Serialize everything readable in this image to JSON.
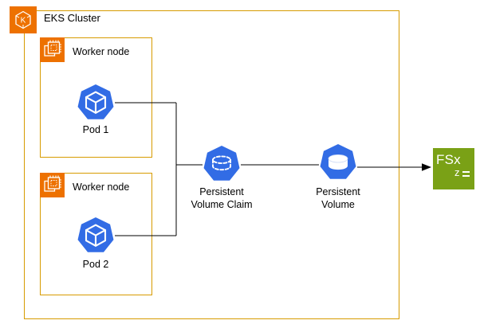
{
  "diagram": {
    "cluster": {
      "label": "EKS Cluster",
      "icon_letter": "K"
    },
    "worker_nodes": [
      {
        "label": "Worker node",
        "pod_label": "Pod 1"
      },
      {
        "label": "Worker node",
        "pod_label": "Pod 2"
      }
    ],
    "pvc": {
      "line1": "Persistent",
      "line2": "Volume Claim"
    },
    "pv": {
      "line1": "Persistent",
      "line2": "Volume"
    },
    "fsx": {
      "label": "FSx",
      "sub": "z"
    },
    "colors": {
      "cluster_border": "#D79B00",
      "aws_icon_orange": "#ED7100",
      "kubernetes_blue": "#326CE5",
      "fsx_green": "#7AA116",
      "connector_black": "#000000"
    }
  }
}
